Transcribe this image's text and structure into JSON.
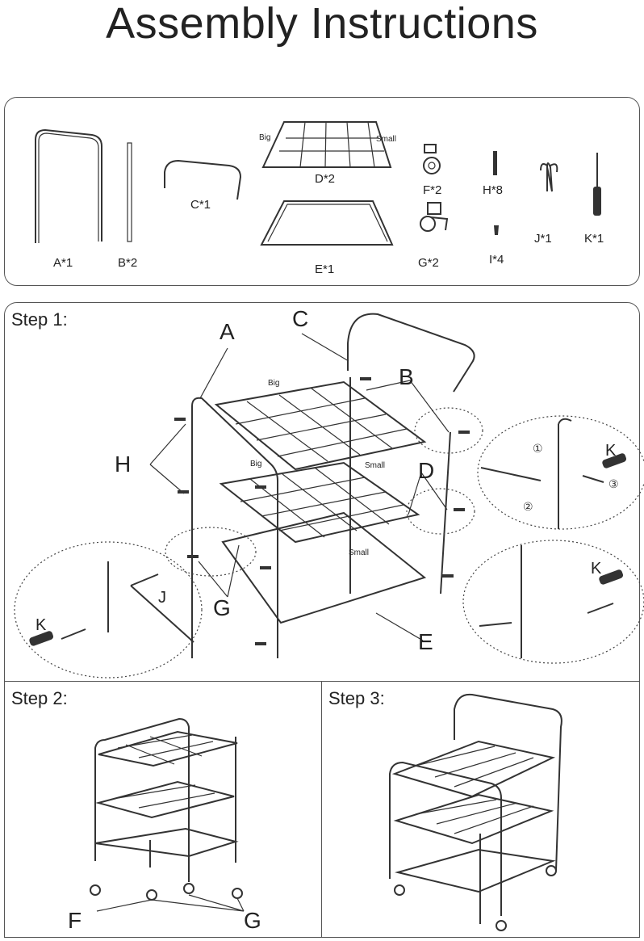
{
  "title": "Assembly Instructions",
  "parts": [
    {
      "id": "A",
      "label": "A*1"
    },
    {
      "id": "B",
      "label": "B*2"
    },
    {
      "id": "C",
      "label": "C*1"
    },
    {
      "id": "D",
      "label": "D*2",
      "left_note": "Big",
      "right_note": "Small"
    },
    {
      "id": "E",
      "label": "E*1"
    },
    {
      "id": "F",
      "label": "F*2"
    },
    {
      "id": "G",
      "label": "G*2"
    },
    {
      "id": "H",
      "label": "H*8"
    },
    {
      "id": "I",
      "label": "I*4"
    },
    {
      "id": "J",
      "label": "J*1"
    },
    {
      "id": "K",
      "label": "K*1"
    }
  ],
  "step1": {
    "label": "Step 1:",
    "callouts": [
      "A",
      "B",
      "C",
      "D",
      "E",
      "G",
      "H",
      "J",
      "K"
    ],
    "shelf_notes": {
      "top": "Big",
      "middle_left": "Big",
      "middle_right": "Small",
      "bottom": "Small"
    },
    "detail_numbers": [
      "①",
      "②",
      "③"
    ]
  },
  "step2": {
    "label": "Step 2:",
    "callouts": [
      "F",
      "G"
    ]
  },
  "step3": {
    "label": "Step 3:"
  }
}
